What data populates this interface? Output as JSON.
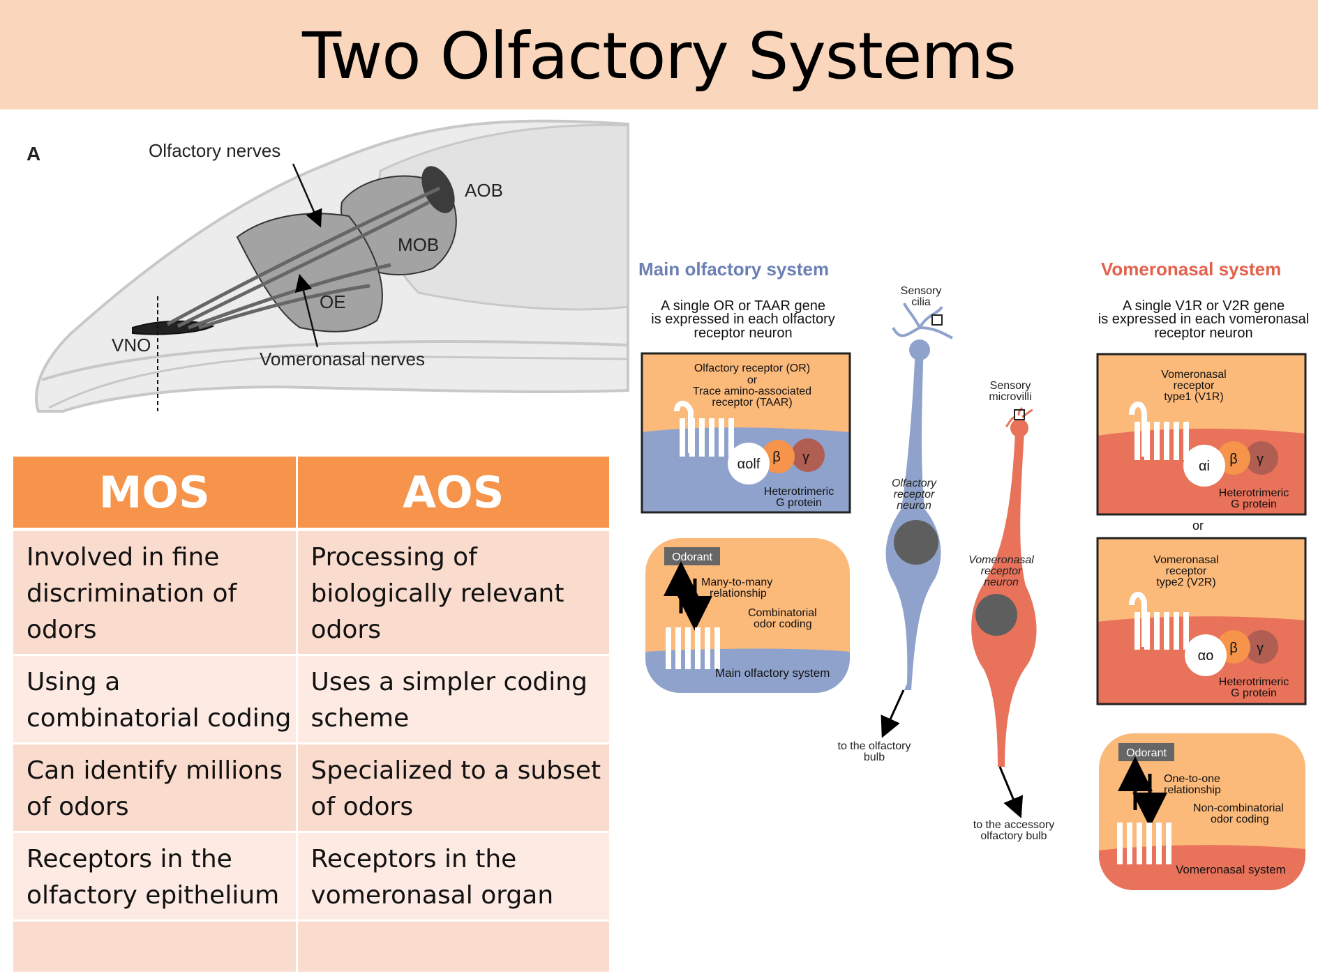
{
  "title": "Two Olfactory Systems",
  "panel_a": {
    "panel_label": "A",
    "labels": {
      "olfactory_nerves": "Olfactory nerves",
      "aob": "AOB",
      "mob": "MOB",
      "oe": "OE",
      "vno": "VNO",
      "vomeronasal_nerves": "Vomeronasal nerves"
    }
  },
  "table": {
    "headers": [
      "MOS",
      "AOS"
    ],
    "rows": [
      {
        "mos": [
          "Involved in fine",
          "discrimination of",
          "odors"
        ],
        "aos": [
          "Processing of",
          "biologically relevant",
          "odors"
        ]
      },
      {
        "mos": [
          "Using a",
          "combinatorial coding"
        ],
        "aos": [
          "Uses a simpler coding",
          "scheme"
        ]
      },
      {
        "mos": [
          "Can identify millions",
          "of odors"
        ],
        "aos": [
          "Specialized to a subset",
          "of odors"
        ]
      },
      {
        "mos": [
          "Receptors in the",
          "olfactory epithelium"
        ],
        "aos": [
          "Receptors in the",
          "vomeronasal organ"
        ]
      }
    ]
  },
  "main_system": {
    "title": "Main olfactory system",
    "description": [
      "A single OR or TAAR gene",
      "is expressed in each olfactory",
      "receptor neuron"
    ],
    "receptor_lines": [
      "Olfactory receptor (OR)",
      "or",
      "Trace amino-associated",
      "receptor (TAAR)"
    ],
    "alpha": "αolf",
    "beta": "β",
    "gamma": "γ",
    "gprotein": [
      "Heterotrimeric",
      "G protein"
    ],
    "odorant": "Odorant",
    "relationship": [
      "Many-to-many",
      "relationship"
    ],
    "coding": [
      "Combinatorial",
      "odor coding"
    ],
    "system_label": "Main olfactory system"
  },
  "neurons": {
    "cilia": [
      "Sensory",
      "cilia"
    ],
    "orn": [
      "Olfactory",
      "receptor",
      "neuron"
    ],
    "orn_target": [
      "to the olfactory",
      "bulb"
    ],
    "microvilli": [
      "Sensory",
      "microvilli"
    ],
    "vrn": [
      "Vomeronasal",
      "receptor",
      "neuron"
    ],
    "vrn_target": [
      "to the accessory",
      "olfactory bulb"
    ]
  },
  "vomeronasal_system": {
    "title": "Vomeronasal system",
    "description": [
      "A single V1R or V2R  gene",
      "is expressed in each vomeronasal",
      "receptor neuron"
    ],
    "v1r_lines": [
      "Vomeronasal",
      "receptor",
      "type1 (V1R)"
    ],
    "alpha1": "αi",
    "or_text": "or",
    "v2r_lines": [
      "Vomeronasal",
      "receptor",
      "type2 (V2R)"
    ],
    "alpha2": "αo",
    "beta": "β",
    "gamma": "γ",
    "gprotein": [
      "Heterotrimeric",
      "G protein"
    ],
    "odorant": "Odorant",
    "relationship": [
      "One-to-one",
      "relationship"
    ],
    "coding": [
      "Non-combinatorial",
      "odor coding"
    ],
    "system_label": "Vomeronasal system"
  },
  "colors": {
    "title_bg": "#fad6bc",
    "header_orange": "#f5944a",
    "blue": "#8fa2cc",
    "orange": "#fbb97a",
    "red": "#e8725a",
    "main_title": "#6a7fb3",
    "vomero_title": "#e3614c"
  }
}
